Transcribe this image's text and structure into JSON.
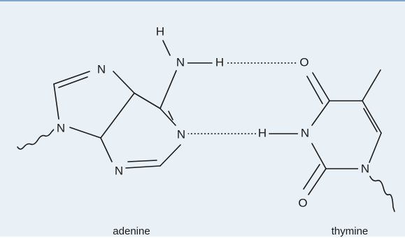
{
  "adenine": {
    "atoms": {
      "n_amino": "N",
      "h_amino_top": "H",
      "h_amino_bond": "H",
      "n_ring_top": "N",
      "n_ring_left": "N",
      "n_ring_right": "N",
      "n_ring_bottom": "N"
    },
    "label": "adenine"
  },
  "thymine": {
    "atoms": {
      "o_top": "O",
      "h_imino": "H",
      "n_imino": "N",
      "n_bottom": "N",
      "o_bottom": "O"
    },
    "label": "thymine"
  }
}
